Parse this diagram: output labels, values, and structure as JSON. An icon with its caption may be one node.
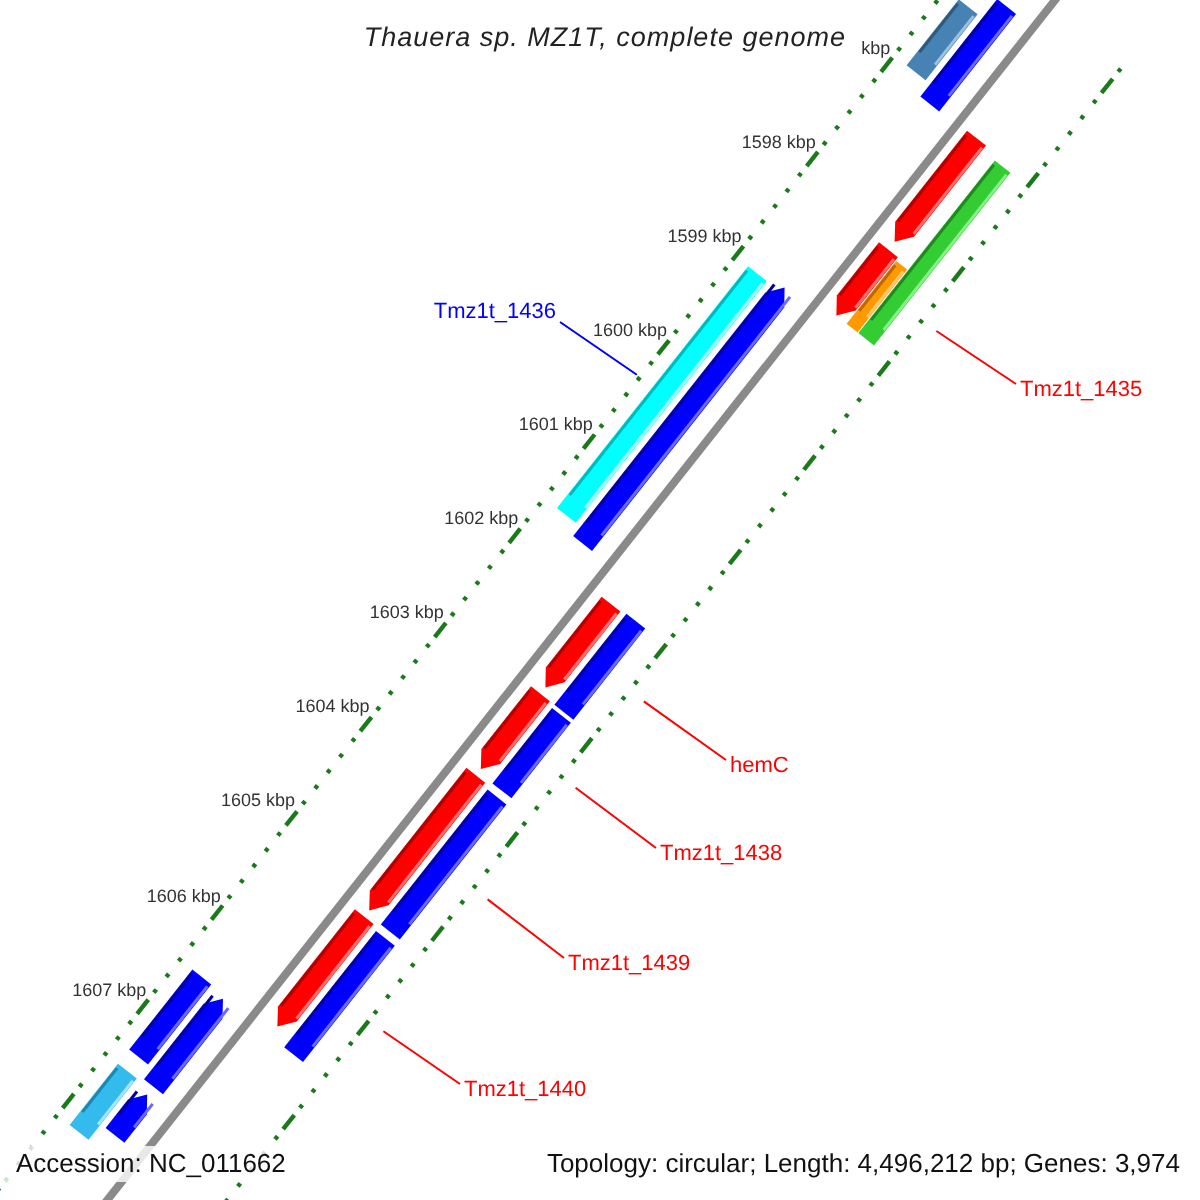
{
  "diagram": {
    "title": "Thauera sp. MZ1T, complete genome",
    "nodes": [
      {
        "text": [
          "Tmz1t_1436"
        ]
      },
      {
        "text": [
          "Tmz1t_1435"
        ]
      },
      {
        "text": [
          "hemC"
        ]
      },
      {
        "text": [
          "Tmz1t_1438"
        ]
      },
      {
        "text": [
          "Tmz1t_1439"
        ]
      },
      {
        "text": [
          "Tmz1t_1440"
        ]
      },
      {
        "text": [],
        "shape": "bar"
      },
      {
        "text": [],
        "shape": "bar"
      },
      {
        "text": [],
        "shape": "arrow"
      },
      {
        "text": [],
        "shape": "bar"
      },
      {
        "text": [],
        "shape": "arrow"
      },
      {
        "text": [],
        "shape": "bar"
      },
      {
        "text": [],
        "shape": "arrow"
      },
      {
        "text": [],
        "shape": "bar"
      },
      {
        "text": [],
        "shape": "arrow"
      },
      {
        "text": [],
        "shape": "bar"
      },
      {
        "text": [],
        "shape": "arrow"
      },
      {
        "text": [],
        "shape": "bar"
      },
      {
        "text": [],
        "shape": "arrow"
      },
      {
        "text": [],
        "shape": "bar"
      },
      {
        "text": [],
        "shape": "arrow"
      },
      {
        "text": [],
        "shape": "bar"
      },
      {
        "text": [],
        "shape": "bar"
      },
      {
        "text": [],
        "shape": "arrow"
      },
      {
        "text": [],
        "shape": "bar"
      },
      {
        "text": [],
        "shape": "arrow"
      }
    ],
    "edges": [
      {
        "from": 0,
        "to": 13,
        "arrow": "none",
        "color": "#0000ff"
      },
      {
        "from": 1,
        "to": 9,
        "arrow": "none"
      },
      {
        "from": 2,
        "to": 15,
        "arrow": "none"
      },
      {
        "from": 3,
        "to": 17,
        "arrow": "none"
      },
      {
        "from": 4,
        "to": 19,
        "arrow": "none"
      },
      {
        "from": 5,
        "to": 21,
        "arrow": "none"
      }
    ],
    "labels": [
      "kbp",
      "1598 kbp",
      "1599 kbp",
      "1600 kbp",
      "1601 kbp",
      "1602 kbp",
      "1603 kbp",
      "1604 kbp",
      "1605 kbp",
      "1606 kbp",
      "1607 kbp",
      "Accession: NC_011662",
      "Topology: circular; Length: 4,496,212 bp; Genes: 3,974"
    ]
  }
}
